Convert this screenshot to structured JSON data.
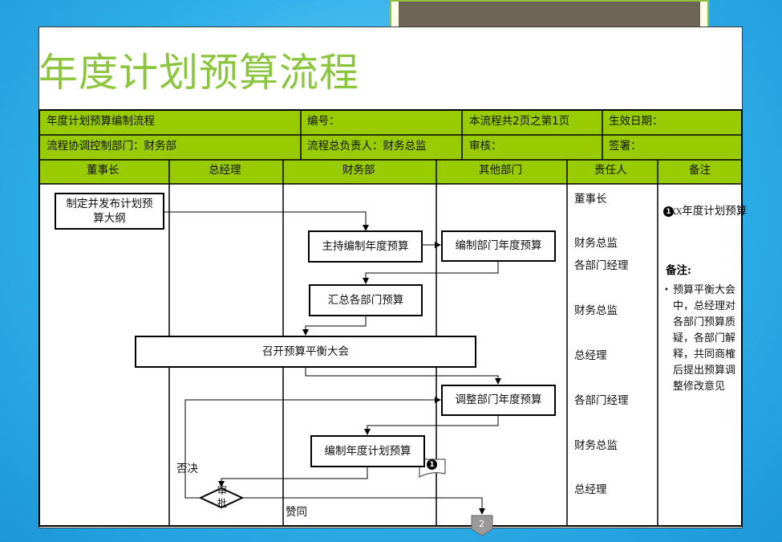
{
  "title": "年度计划预算流程",
  "header": {
    "row1": {
      "process_name": "年度计划预算编制流程",
      "number_label": "编号：",
      "page_info": "本流程共2页之第1页",
      "effective_date": "生效日期："
    },
    "row2": {
      "coord_dept": "流程协调控制部门：财务部",
      "owner": "流程总负责人：财务总监",
      "review": "审核：",
      "sign": "签署："
    }
  },
  "columns": [
    "董事长",
    "总经理",
    "财务部",
    "其他部门",
    "责任人",
    "备注"
  ],
  "steps": {
    "s1": "制定并发布计划预算大纲",
    "s2": "主持编制年度预算",
    "s3": "编制部门年度预算",
    "s4": "汇总各部门预算",
    "s5": "召开预算平衡大会",
    "s6": "调整部门年度预算",
    "s7": "编制年度计划预算",
    "decision": "审批"
  },
  "labels": {
    "reject": "否决",
    "approve": "赞同"
  },
  "connectors": {
    "c1": "1",
    "c2": "2"
  },
  "responsible": [
    "董事长",
    "财务总监",
    "各部门经理",
    "财务总监",
    "总经理",
    "各部门经理",
    "财务总监",
    "总经理"
  ],
  "notes": {
    "ref_number": "1",
    "ref_prefix": "XX",
    "ref_text": "年度计划预算",
    "title": "备注:",
    "body": "预算平衡大会中，总经理对各部门预算质疑，各部门解释，共同商榷后提出预算调整修改意见"
  },
  "colors": {
    "header_green": "#99cc00",
    "title_green": "#8cc63f",
    "background": "#2fb0ea"
  }
}
